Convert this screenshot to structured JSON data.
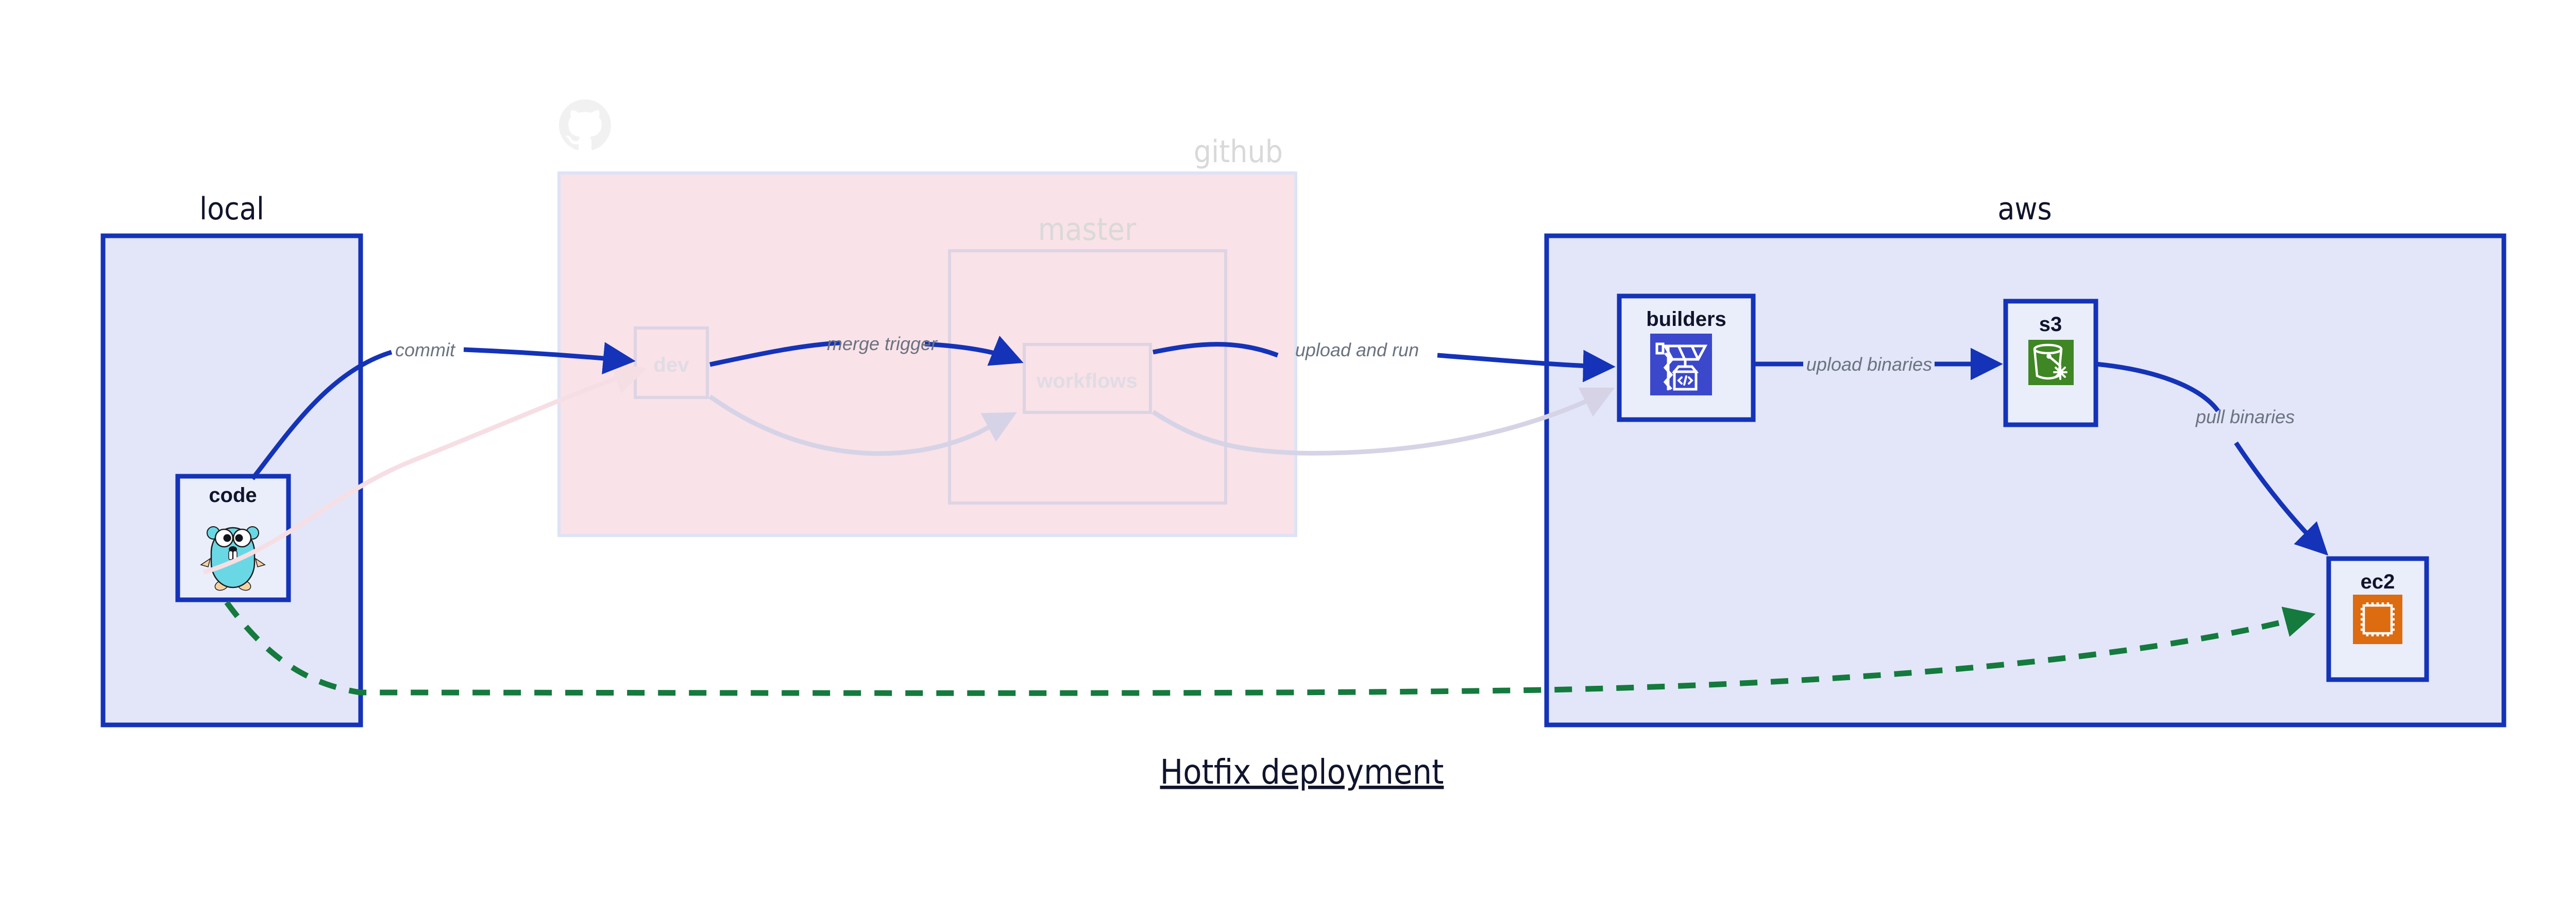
{
  "title": "Hotfix deployment",
  "colors": {
    "container_border": "#1433b8",
    "container_fill": "#e2e6f8",
    "github_fill": "#f9e2e8",
    "github_border": "#dde3f5",
    "arrow_blue": "#1433b8",
    "arrow_green": "#147a3d",
    "faded_arrow": "#d6d3e6",
    "label_gray": "#6b7280",
    "text_dark": "#10142c",
    "aws_builders_icon": "#3b48cc",
    "aws_s3_icon": "#3f8624",
    "aws_ec2_icon": "#dd6b10",
    "gopher_body": "#6ad7e5",
    "gopher_feet": "#f6d2a2"
  },
  "groups": [
    {
      "id": "local",
      "label": "local",
      "faded": false
    },
    {
      "id": "github",
      "label": "github",
      "faded": true
    },
    {
      "id": "master",
      "label": "master",
      "faded": true
    },
    {
      "id": "aws",
      "label": "aws",
      "faded": false
    }
  ],
  "nodes": [
    {
      "id": "code",
      "label": "code",
      "icon": "go-gopher-icon",
      "faded": false
    },
    {
      "id": "dev",
      "label": "dev",
      "icon": "none",
      "faded": true
    },
    {
      "id": "workflows",
      "label": "workflows",
      "icon": "none",
      "faded": true
    },
    {
      "id": "builders",
      "label": "builders",
      "icon": "aws-codebuild-icon",
      "faded": false
    },
    {
      "id": "s3",
      "label": "s3",
      "icon": "aws-s3-glacier-icon",
      "faded": false
    },
    {
      "id": "ec2",
      "label": "ec2",
      "icon": "aws-ec2-chip-icon",
      "faded": false
    }
  ],
  "edges": [
    {
      "id": "commit",
      "from": "code",
      "to": "dev",
      "label": "commit",
      "style": "solid",
      "color": "#1433b8",
      "faded": false
    },
    {
      "id": "merge-trigger",
      "from": "dev",
      "to": "workflows",
      "label": "merge trigger",
      "style": "solid",
      "color": "#1433b8",
      "faded": false
    },
    {
      "id": "upload-and-run",
      "from": "workflows",
      "to": "builders",
      "label": "upload and run",
      "style": "solid",
      "color": "#1433b8",
      "faded": false
    },
    {
      "id": "upload-binaries",
      "from": "builders",
      "to": "s3",
      "label": "upload binaries",
      "style": "solid",
      "color": "#1433b8",
      "faded": false
    },
    {
      "id": "pull-binaries",
      "from": "s3",
      "to": "ec2",
      "label": "pull binaries",
      "style": "solid",
      "color": "#1433b8",
      "faded": false
    },
    {
      "id": "hotfix-direct",
      "from": "code",
      "to": "ec2",
      "label": "",
      "style": "dashed",
      "color": "#147a3d",
      "faded": false
    },
    {
      "id": "code-to-dev-faded",
      "from": "code",
      "to": "dev",
      "label": "",
      "style": "solid",
      "color": "#f6dfe4",
      "faded": true
    },
    {
      "id": "dev-to-workflows-faded",
      "from": "dev",
      "to": "workflows",
      "label": "",
      "style": "solid",
      "color": "#d6d3e6",
      "faded": true
    },
    {
      "id": "workflows-to-builders-faded",
      "from": "workflows",
      "to": "builders",
      "label": "",
      "style": "solid",
      "color": "#d6d3e6",
      "faded": true
    }
  ],
  "github_logo": "github-octocat-icon"
}
